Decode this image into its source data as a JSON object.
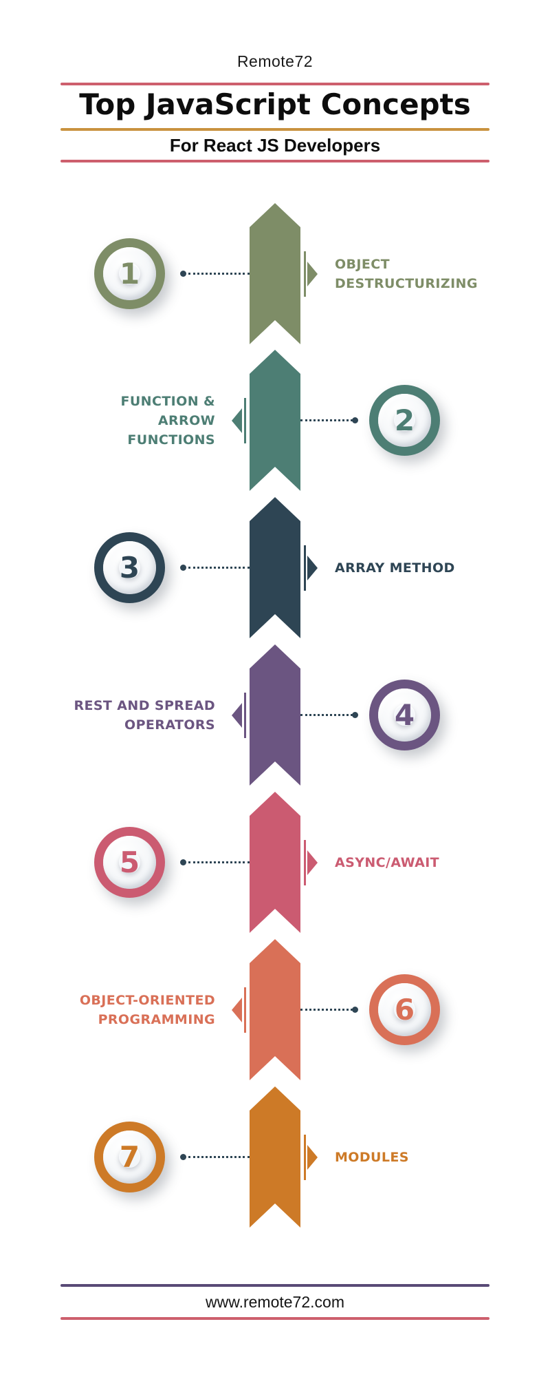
{
  "header": {
    "brand": "Remote72",
    "title": "Top JavaScript Concepts",
    "subtitle": "For React JS Developers"
  },
  "footer": {
    "website": "www.remote72.com"
  },
  "colors": {
    "rule_pink": "#cd5f6d",
    "rule_gold": "#c9923f",
    "rule_purple": "#594a76",
    "connector_dot": "#2e4554",
    "title_text": "#0d0d0d"
  },
  "items": [
    {
      "number": "1",
      "label_lines": [
        "OBJECT",
        "DESTRUCTURIZING"
      ],
      "color": "#7e8d67",
      "circle_side": "left"
    },
    {
      "number": "2",
      "label_lines": [
        "FUNCTION &",
        "ARROW",
        "FUNCTIONS"
      ],
      "color": "#4d7e74",
      "circle_side": "right"
    },
    {
      "number": "3",
      "label_lines": [
        "ARRAY METHOD"
      ],
      "color": "#2e4554",
      "circle_side": "left"
    },
    {
      "number": "4",
      "label_lines": [
        "REST AND SPREAD",
        "OPERATORS"
      ],
      "color": "#6b5581",
      "circle_side": "right"
    },
    {
      "number": "5",
      "label_lines": [
        "ASYNC/AWAIT"
      ],
      "color": "#cb5b71",
      "circle_side": "left"
    },
    {
      "number": "6",
      "label_lines": [
        "OBJECT-ORIENTED",
        "PROGRAMMING"
      ],
      "color": "#d97057",
      "circle_side": "right"
    },
    {
      "number": "7",
      "label_lines": [
        "MODULES"
      ],
      "color": "#cd7a27",
      "circle_side": "left"
    }
  ]
}
